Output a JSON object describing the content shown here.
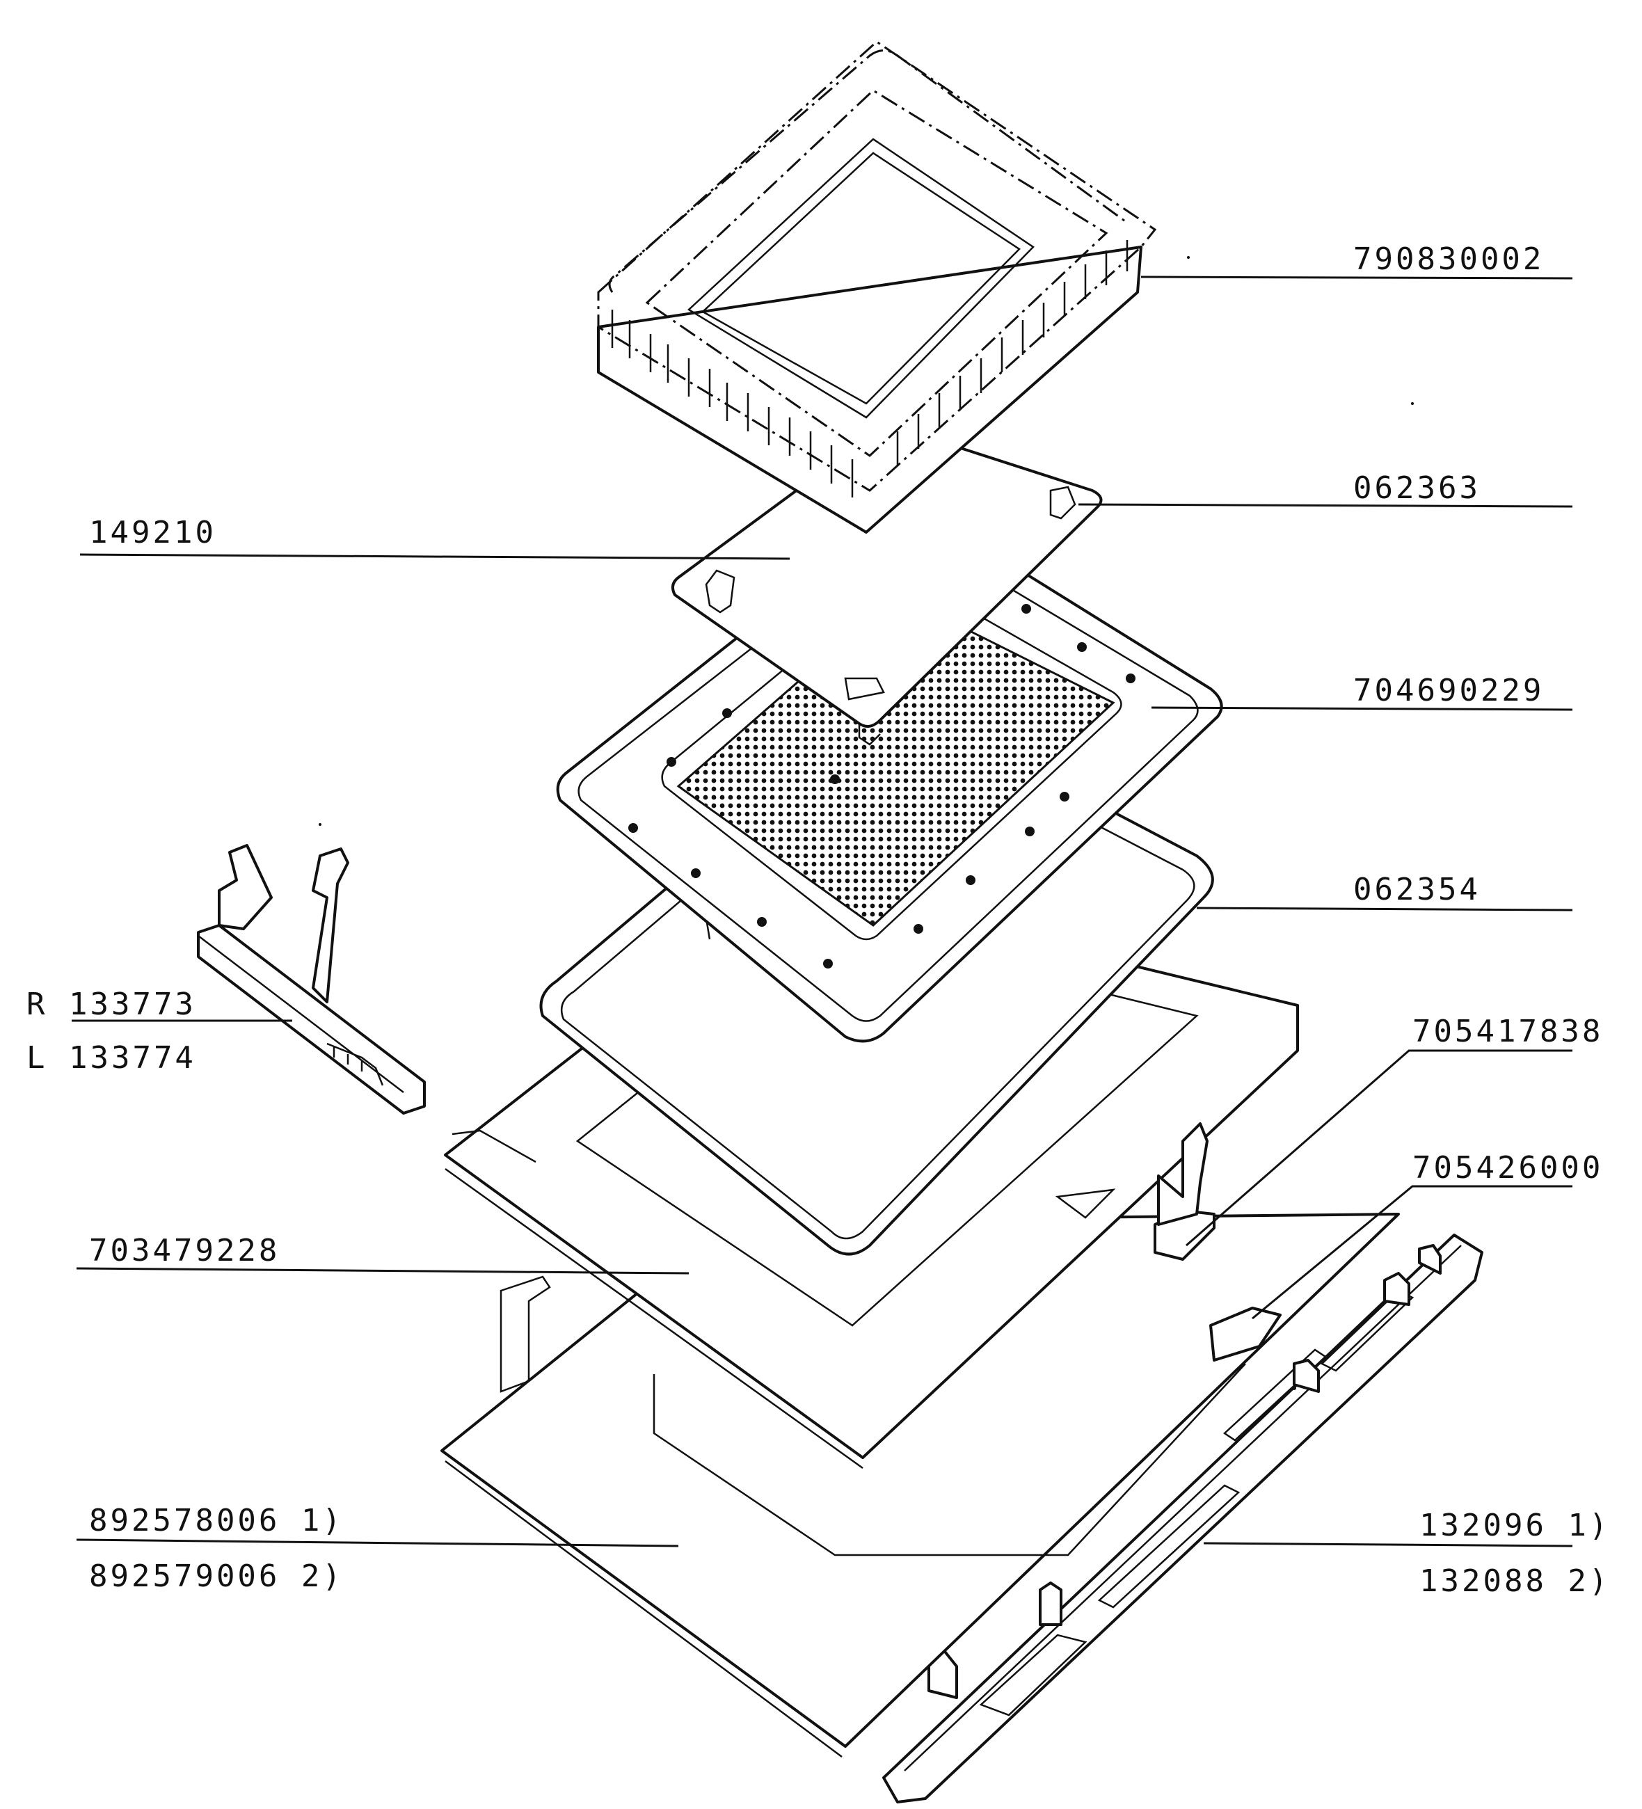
{
  "labels": {
    "p790830002": "790830002",
    "p062363": "062363",
    "p149210": "149210",
    "p704690229": "704690229",
    "p062354": "062354",
    "r133773": "R 133773",
    "l133774": "L 133774",
    "p705417838": "705417838",
    "p705426000": "705426000",
    "p703479228": "703479228",
    "p892578006": "892578006 1)",
    "p892579006": "892579006 2)",
    "p132096": "132096 1)",
    "p132088": "132088 2)"
  },
  "colors": {
    "ink": "#111111",
    "paper": "#ffffff"
  }
}
